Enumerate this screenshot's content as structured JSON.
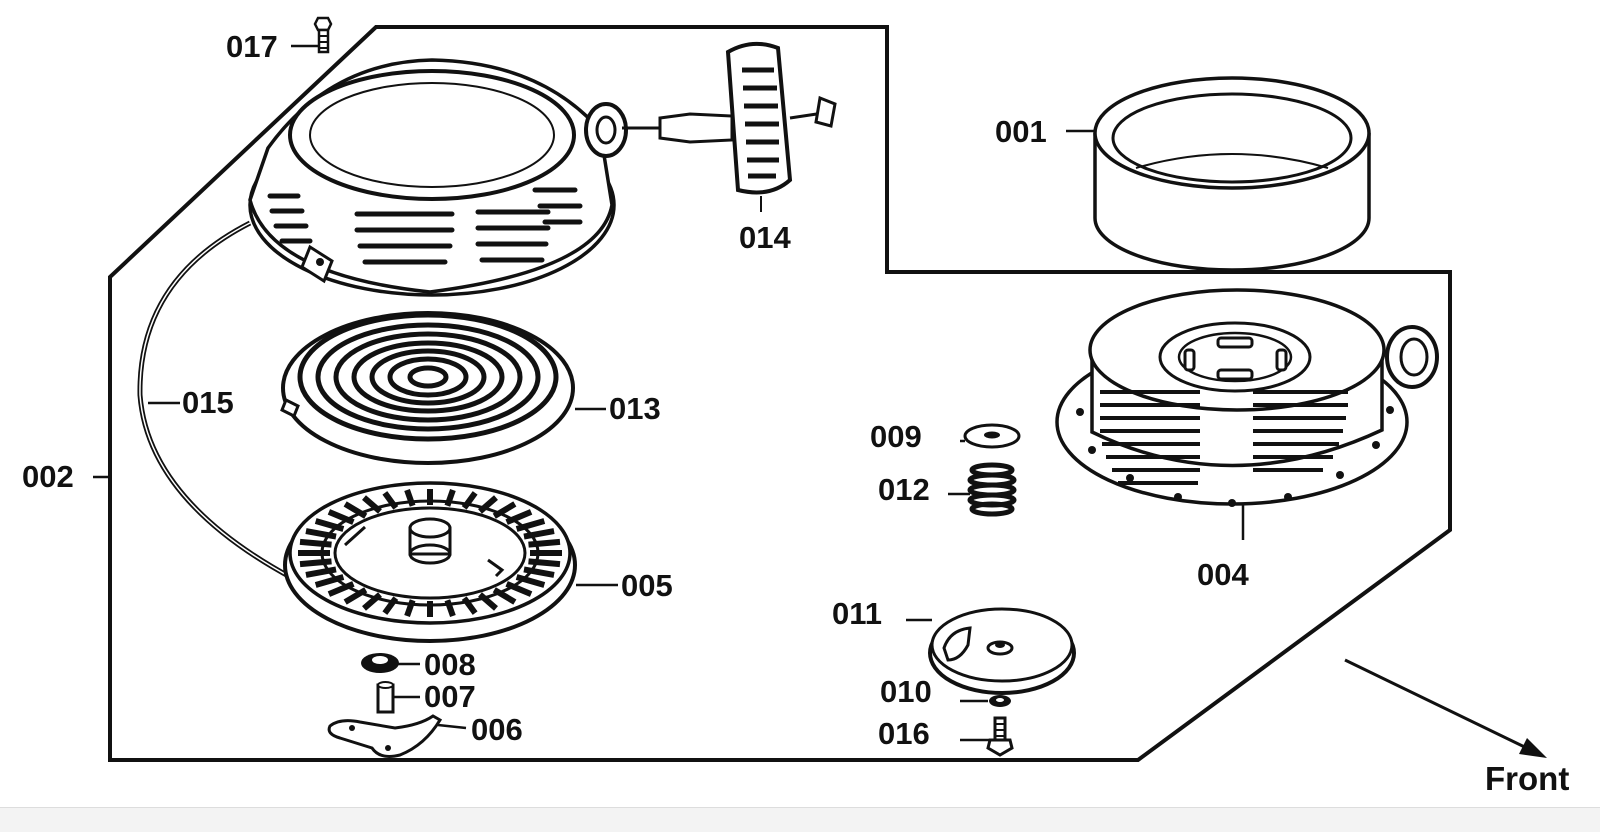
{
  "diagram": {
    "labels": {
      "p001": "001",
      "p002": "002",
      "p004": "004",
      "p005": "005",
      "p006": "006",
      "p007": "007",
      "p008": "008",
      "p009": "009",
      "p010": "010",
      "p011": "011",
      "p012": "012",
      "p013": "013",
      "p014": "014",
      "p015": "015",
      "p016": "016",
      "p017": "017"
    },
    "direction_label": "Front"
  }
}
